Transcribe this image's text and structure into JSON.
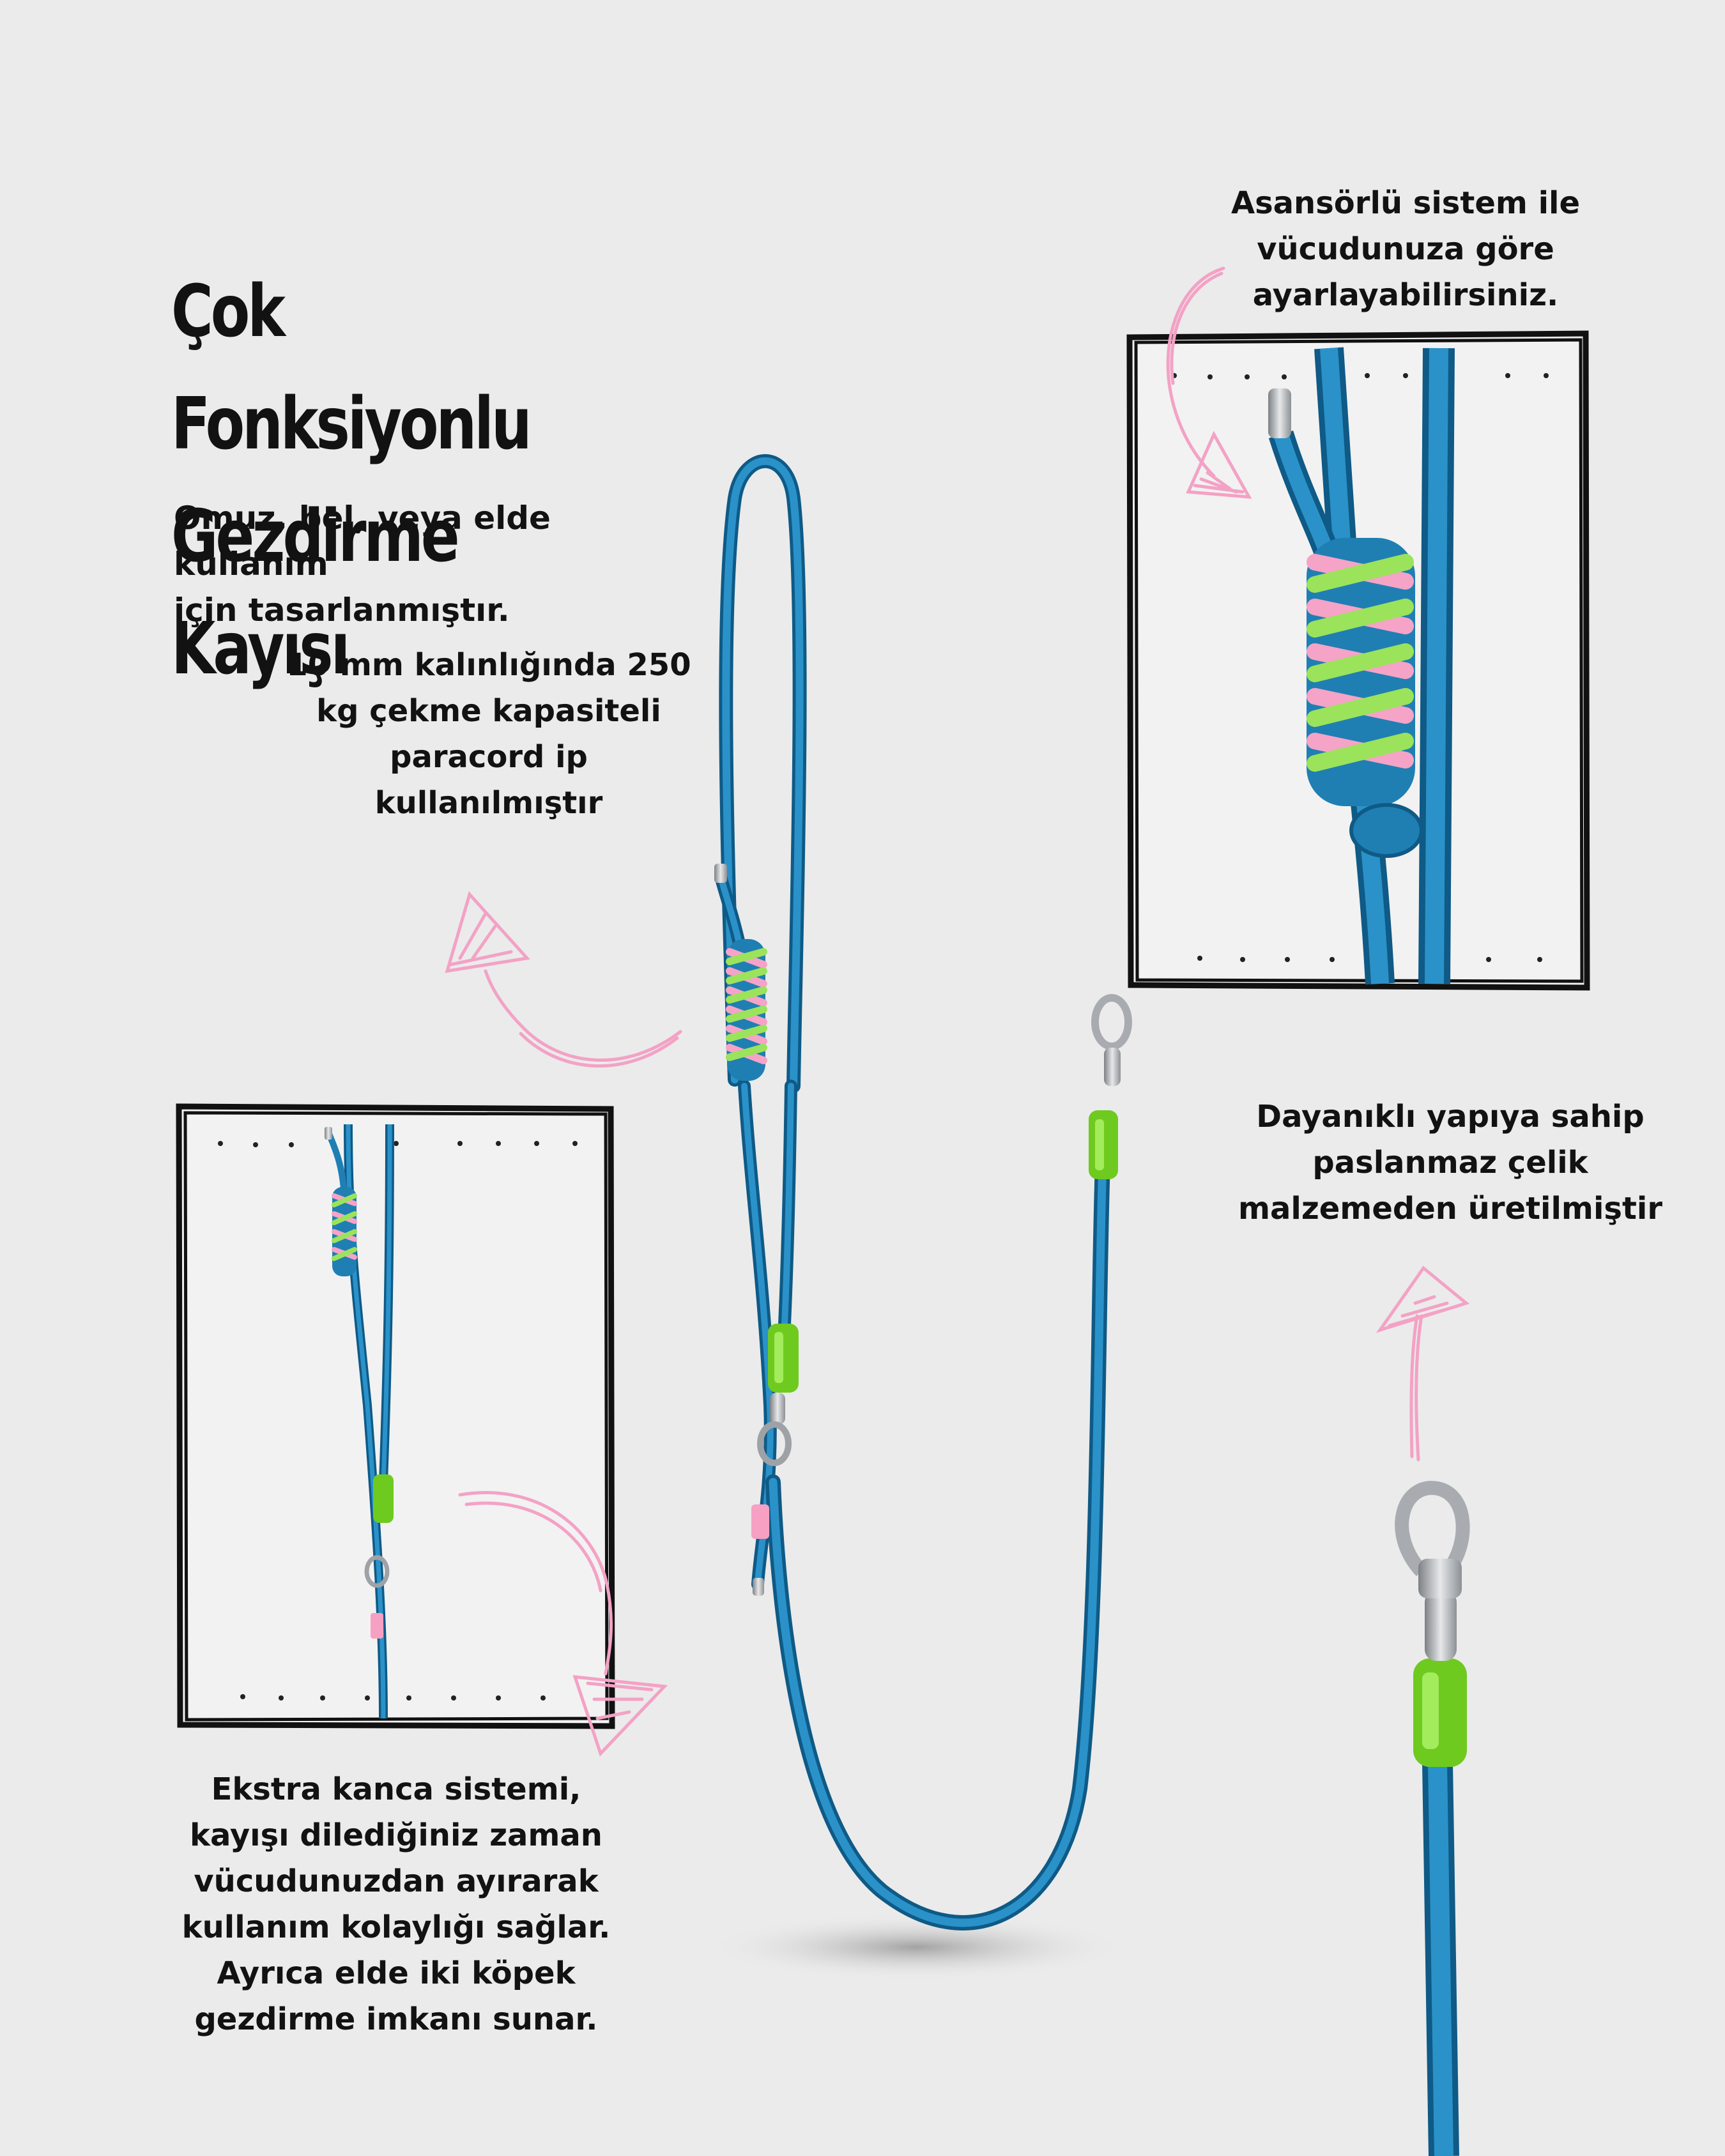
{
  "title": {
    "line1": "Çok Fonksiyonlu",
    "line2": "Gezdirme Kayışı"
  },
  "subtitle": {
    "line1": "Omuz, bel, veya elde kullanım",
    "line2": "için tasarlanmıştır."
  },
  "callout_cord": {
    "line1": "10 mm kalınlığında 250",
    "line2": "kg çekme kapasiteli",
    "line3": "paracord ip",
    "line4": "kullanılmıştır"
  },
  "callout_slider": {
    "line1": "Asansörlü sistem ile",
    "line2": "vücudunuza göre",
    "line3": "ayarlayabilirsiniz."
  },
  "callout_steel": {
    "line1": "Dayanıklı yapıya sahip",
    "line2": "paslanmaz çelik",
    "line3": "malzemeden üretilmiştir"
  },
  "callout_hook": {
    "line1": "Ekstra kanca sistemi,",
    "line2": "kayışı dilediğiniz zaman",
    "line3": "vücudunuzdan ayırarak",
    "line4": "kullanım kolaylığı sağlar.",
    "line5": "Ayrıca elde iki köpek",
    "line6": "gezdirme imkanı sunar."
  },
  "colors": {
    "background": "#ebebeb",
    "text": "#121212",
    "rope": "#1f7fb3",
    "rope_dark": "#0f5a86",
    "accent_pink": "#f5a3c7",
    "accent_green": "#7ed321",
    "steel": "#b9bcc0",
    "frame": "#111111"
  },
  "icons": {
    "arrows": "pink-hand-drawn-arrow-icon",
    "hardware": "steel-snap-hook-icon"
  }
}
